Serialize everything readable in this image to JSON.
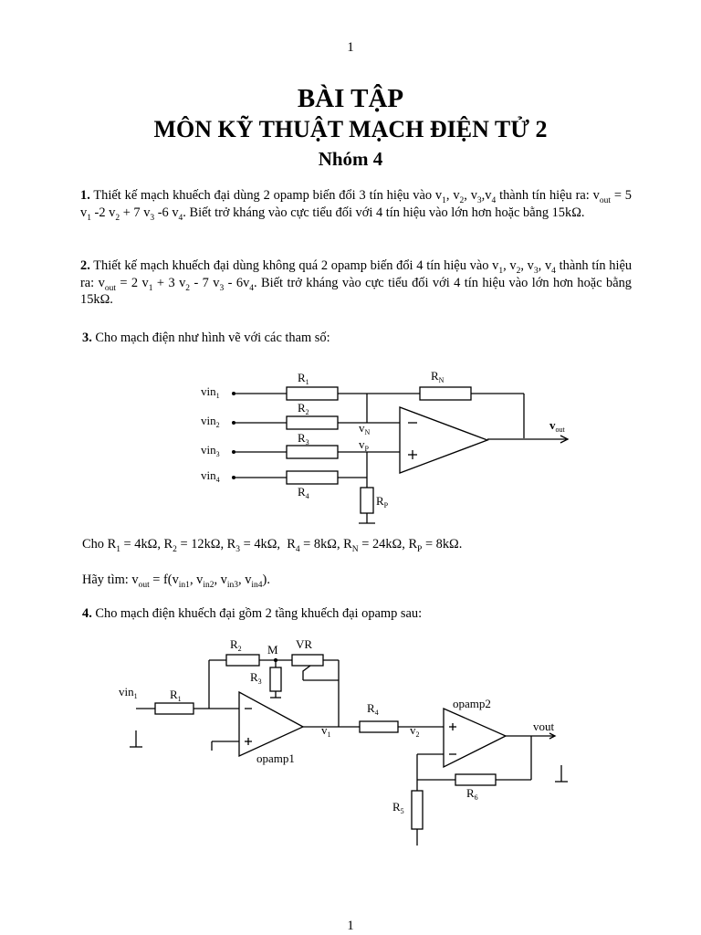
{
  "header": {
    "page_number": "1"
  },
  "title": {
    "line1": "BÀI TẬP",
    "line2": "MÔN KỸ THUẬT MẠCH ĐIỆN TỬ 2",
    "line3": "Nhóm 4"
  },
  "problems": {
    "p1": {
      "number": "1.",
      "text_a": " Thiết kế mạch khuếch đại dùng 2 opamp biến đổi 3 tín hiệu vào v",
      "text_b": "thành tín hiệu ra: v",
      "text_c": "= 5 v",
      "text_d": " -2 v",
      "text_e": " + 7 v",
      "text_f": " -6 v",
      "text_g": ". Biết trở kháng vào cực tiểu đối với 4 tín hiệu vào lớn hơn hoặc bằng 15kΩ."
    },
    "p2": {
      "number": "2.",
      "text_a": " Thiết kế mạch khuếch đại dùng không quá 2 opamp biến đổi 4 tín hiệu vào v",
      "text_b": " thành tín hiệu ra: v",
      "text_c": " = 2 v",
      "text_d": " + 3 v",
      "text_e": " - 7 v",
      "text_f": " - 6v",
      "text_g": ". Biết trở kháng vào cực tiểu đối với 4 tín hiệu vào lớn hơn hoặc bằng 15kΩ."
    },
    "p3": {
      "number": "3.",
      "text": " Cho mạch điện như hình vẽ với các tham số:",
      "given": "Cho R1 = 4kΩ, R2 = 12kΩ, R3 = 4kΩ,  R4 = 8kΩ, RN = 24kΩ, RP = 8kΩ.",
      "find": "Hãy tìm: vout = f(vin1, vin2, vin3, vin4)."
    },
    "p4": {
      "number": "4.",
      "text": " Cho mạch điện khuếch đại gồm 2 tầng khuếch đại opamp sau:"
    }
  },
  "circuit1": {
    "inputs": [
      "vin1",
      "vin2",
      "vin3",
      "vin4"
    ],
    "resistors": [
      "R1",
      "R2",
      "R3",
      "R4",
      "RN",
      "RP"
    ],
    "nodes": [
      "vN",
      "vP"
    ],
    "output": "vout"
  },
  "circuit2": {
    "input": "vin1",
    "resistors": [
      "R1",
      "R2",
      "R3",
      "R4",
      "R5",
      "R6"
    ],
    "pot": "VR",
    "node_m": "M",
    "amp1": "opamp1",
    "amp2": "opamp2",
    "v1": "v1",
    "v2": "v2",
    "output": "vout"
  },
  "footer": {
    "page_number": "1"
  }
}
